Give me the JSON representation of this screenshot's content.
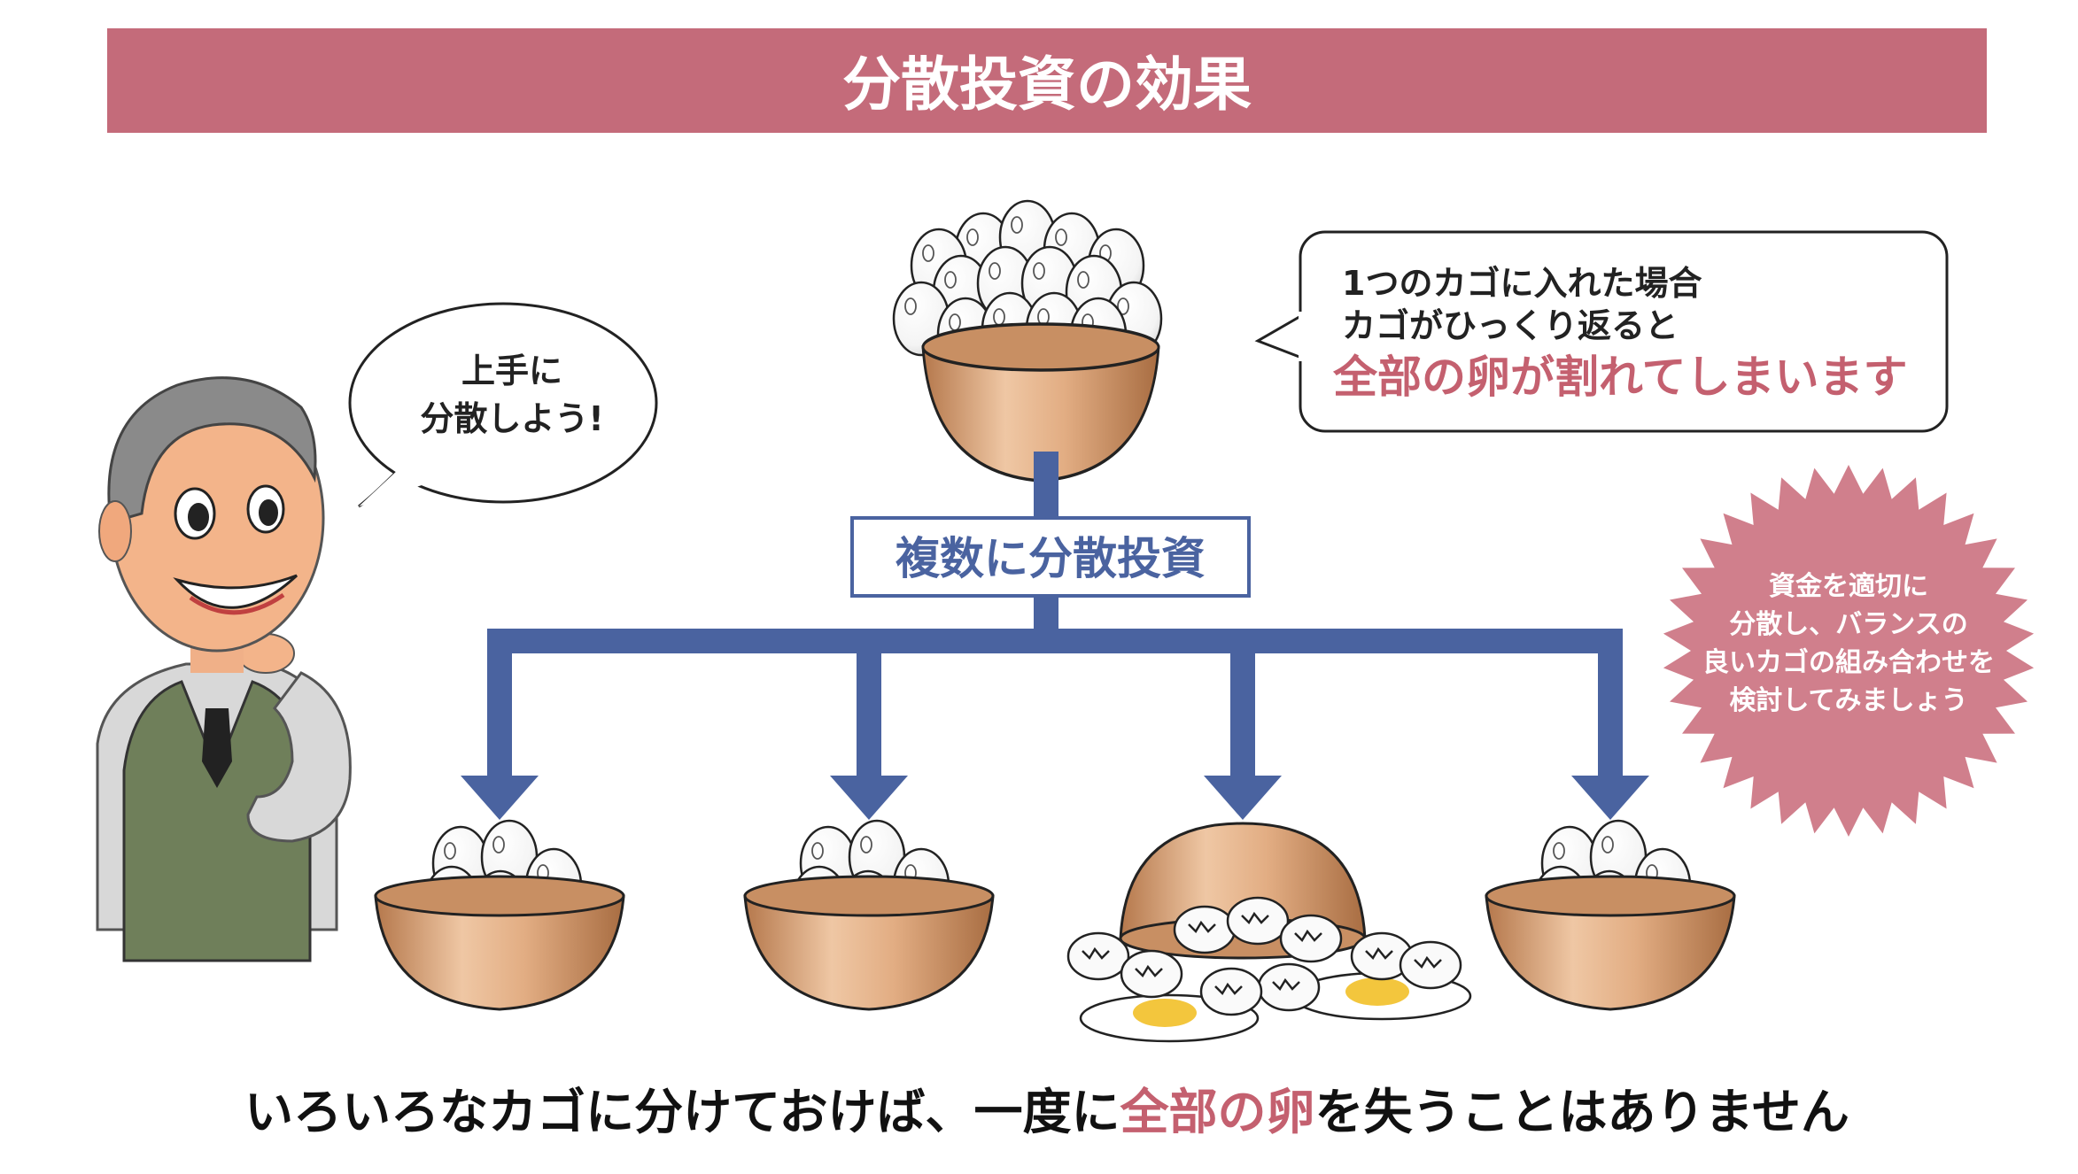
{
  "title": "分散投資の効果",
  "speech_left": {
    "line1": "上手に",
    "line2": "分散しよう!"
  },
  "speech_right": {
    "line1": "1つのカゴに入れた場合",
    "line2": "カゴがひっくり返ると",
    "line3": "全部の卵が割れてしまいます"
  },
  "center_label": "複数に分散投資",
  "starburst": {
    "line1": "資金を適切に",
    "line2": "分散し、バランスの",
    "line3": "良いカゴの組み合わせを",
    "line4": "検討してみましょう"
  },
  "bottom": {
    "part1": "いろいろなカゴに分けておけば、一度に",
    "highlight": "全部の卵",
    "part2": "を失うことはありません"
  },
  "colors": {
    "title_bar": "#c46b7a",
    "arrow_blue": "#4a63a0",
    "highlight_pink": "#c4606f",
    "starburst": "#d07f8c",
    "bowl": "#d9a67c",
    "vest": "#6f7f5a"
  }
}
